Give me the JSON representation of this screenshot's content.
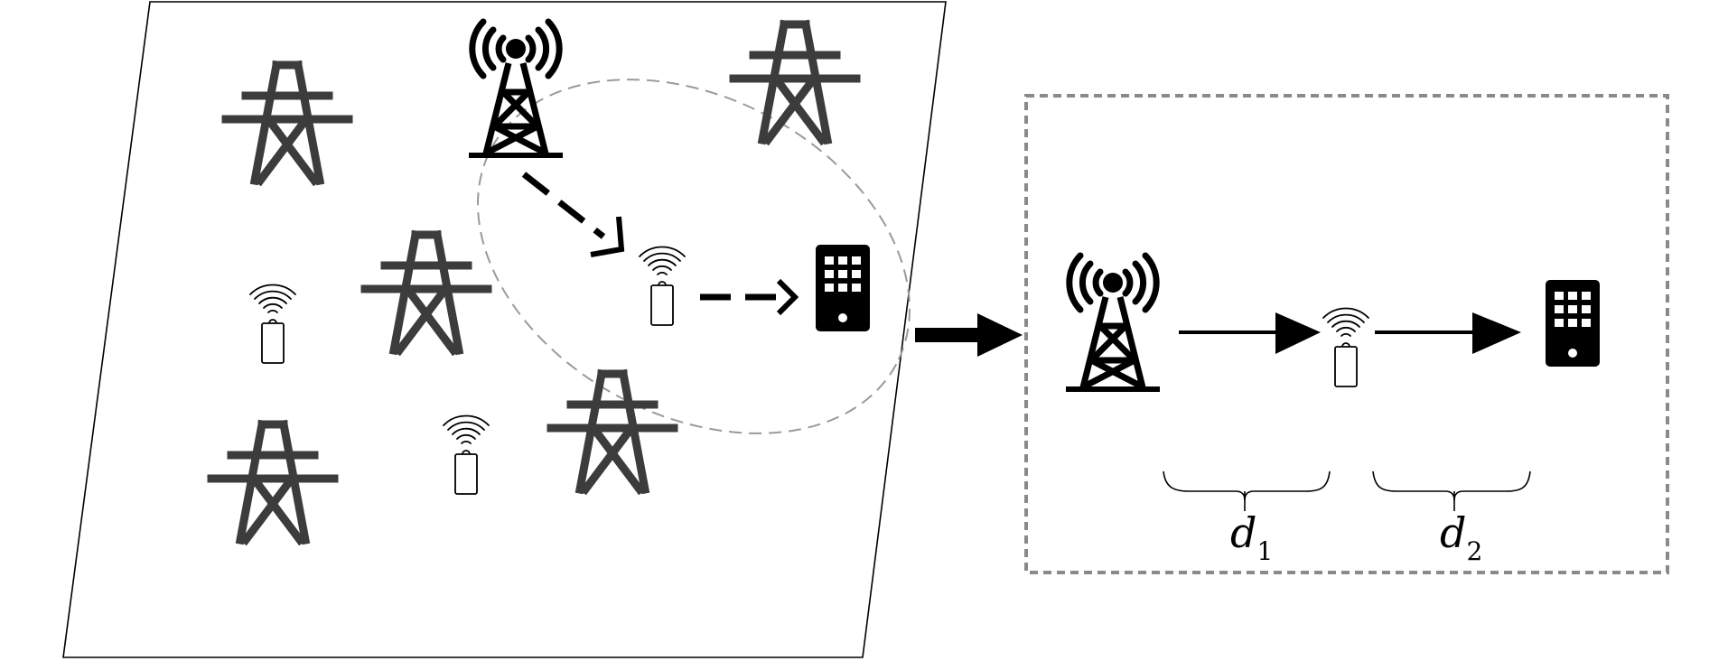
{
  "labels": {
    "d1_main": "d",
    "d1_sub": "1",
    "d2_main": "d",
    "d2_sub": "2"
  },
  "colors": {
    "tower_gray": "#3c3c3c",
    "ink": "#000000",
    "ellipse": "#9a9a9a",
    "dotted_box": "#8a8a8a"
  },
  "icons": {
    "transmission_tower": "transmission-tower-icon",
    "base_station": "cell-tower-icon",
    "relay": "wireless-relay-icon",
    "user": "smartphone-icon"
  }
}
